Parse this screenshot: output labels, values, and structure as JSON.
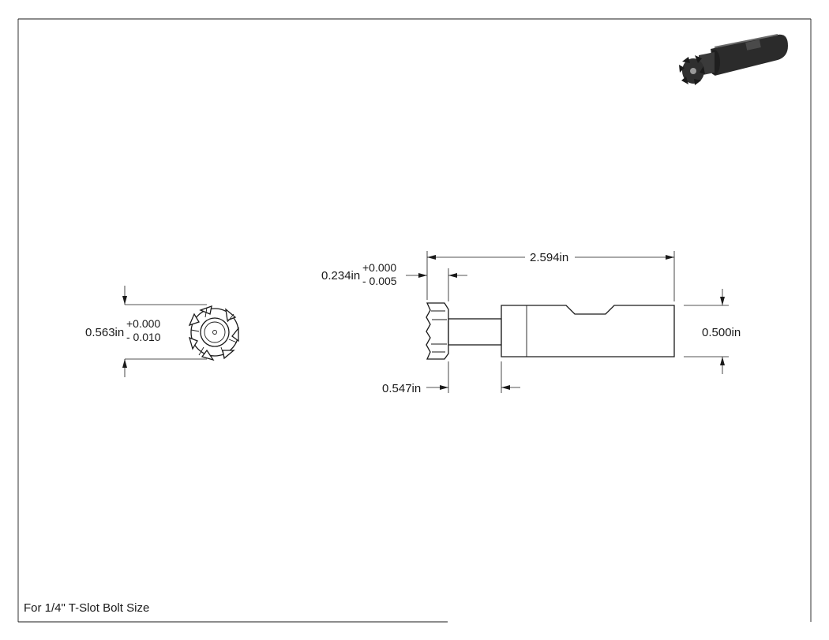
{
  "drawing": {
    "note": "For 1/4\" T-Slot Bolt Size",
    "end_view": {
      "diameter_label": "0.563in",
      "tolerance_plus": "+0.000",
      "tolerance_minus": "- 0.010"
    },
    "side_view": {
      "overall_length_label": "2.594in",
      "head_width_label": "0.234in",
      "head_tolerance_plus": "+0.000",
      "head_tolerance_minus": "- 0.005",
      "neck_length_label": "0.547in",
      "shank_diameter_label": "0.500in"
    }
  }
}
